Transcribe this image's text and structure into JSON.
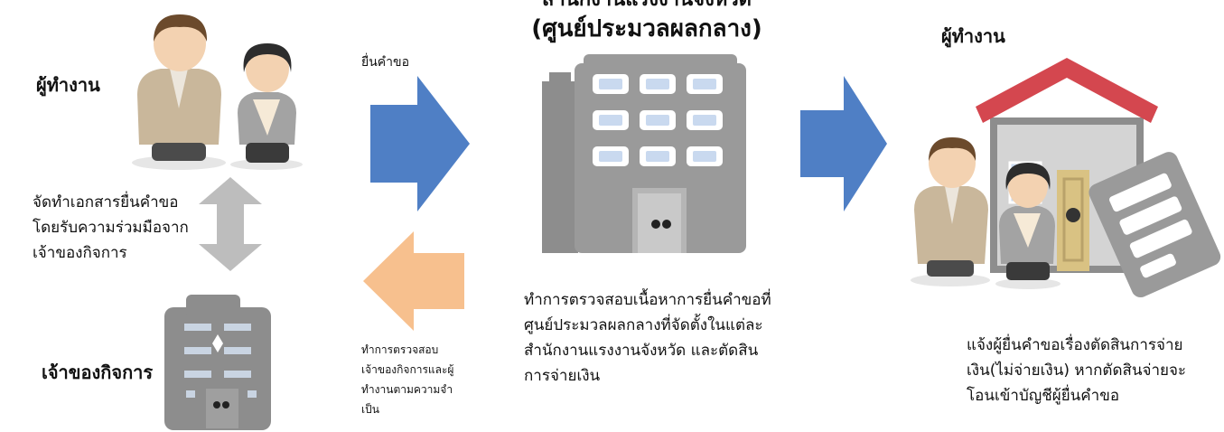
{
  "left": {
    "worker_label": "ผู้ทำงาน",
    "prepare_text": [
      "จัดทำเอกสารยื่นคำขอ",
      "โดยรับความร่วมมือจาก",
      "เจ้าของกิจการ"
    ],
    "owner_label": "เจ้าของกิจการ"
  },
  "middle": {
    "submit_label": "ยื่นคำขอ",
    "inspect_text": [
      "ทำการตรวจสอบ",
      "เจ้าของกิจการและผู้",
      "ทำงานตามความจำ",
      "เป็น"
    ],
    "office_title": [
      "สำนักงานแรงงานจังหวัด",
      "(ศูนย์ประมวลผลกลาง)"
    ],
    "office_text": [
      "ทำการตรวจสอบเนื้อหาการยื่นคำขอที่",
      "ศูนย์ประมวลผลกลางที่จัดตั้งในแต่ละ",
      "สำนักงานแรงงานจังหวัด และตัดสิน",
      "การจ่ายเงิน"
    ]
  },
  "right": {
    "worker_label": "ผู้ทำงาน",
    "notify_text": [
      "แจ้งผู้ยื่นคำขอเรื่องตัดสินการจ่าย",
      "เงิน(ไม่จ่ายเงิน) หากตัดสินจ่ายจะ",
      "โอนเข้าบัญชีผู้ยื่นคำขอ"
    ]
  },
  "colors": {
    "arrow_blue": "#4f7fc5",
    "arrow_orange": "#f7c08e",
    "arrow_gray": "#bdbdbd",
    "building_gray": "#8d8d8d",
    "roof_red": "#d4474f"
  }
}
